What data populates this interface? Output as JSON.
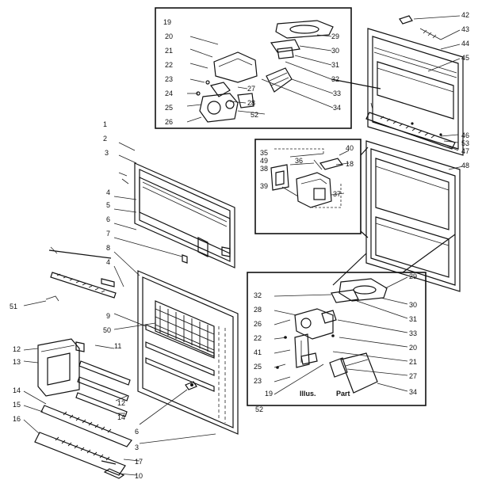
{
  "labels": {
    "l42": "42",
    "l43": "43",
    "l44": "44",
    "l45": "45",
    "l46": "46",
    "l53": "53",
    "l47": "47",
    "l48": "48",
    "t19": "19",
    "t20": "20",
    "t21": "21",
    "t22": "22",
    "t23": "23",
    "t24": "24",
    "t25": "25",
    "t26": "26",
    "t29": "29",
    "t30": "30",
    "t31": "31",
    "t32": "32",
    "t27": "27",
    "t28": "28",
    "t33": "33",
    "t34": "34",
    "t52": "52",
    "m35": "35",
    "m49": "49",
    "m38": "38",
    "m36": "36",
    "m40": "40",
    "m18": "18",
    "m39": "39",
    "m37": "37",
    "s1": "1",
    "s2": "2",
    "s3": "3",
    "s4": "4",
    "s5": "5",
    "s6": "6",
    "s7": "7",
    "s8": "8",
    "s4b": "4",
    "s51": "51",
    "s9": "9",
    "s50": "50",
    "s11": "11",
    "s12": "12",
    "s13": "13",
    "s12b": "12",
    "s14": "14",
    "s15": "15",
    "s14b": "14",
    "s16": "16",
    "s6b": "6",
    "s3b": "3",
    "s17": "17",
    "s10": "10",
    "b32": "32",
    "b28": "28",
    "b26": "26",
    "b22": "22",
    "b41": "41",
    "b25": "25",
    "b23": "23",
    "b19": "19",
    "b52": "52",
    "b29": "29",
    "b30": "30",
    "b31": "31",
    "b33": "33",
    "b20": "20",
    "b21": "21",
    "b27": "27",
    "b34": "34",
    "illus": "Illus.",
    "part": "Part"
  }
}
